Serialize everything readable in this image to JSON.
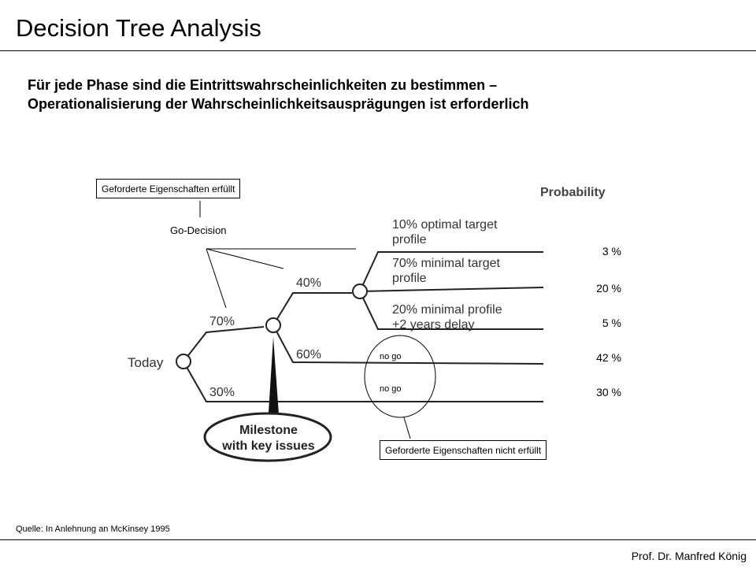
{
  "title": "Decision Tree Analysis",
  "subtitle": {
    "line1": "Für jede Phase sind die Eintrittswahrscheinlichkeiten zu bestimmen –",
    "line2": "Operationalisierung der Wahrscheinlichkeitsausprägungen ist erforderlich"
  },
  "diagram": {
    "box_fulfilled": "Geforderte Eigenschaften erfüllt",
    "box_not_fulfilled": "Geforderte Eigenschaften nicht erfüllt",
    "go_decision": "Go-Decision",
    "probability_header": "Probability",
    "today": "Today",
    "branch_70": "70%",
    "branch_30": "30%",
    "branch_40": "40%",
    "branch_60": "60%",
    "outcome_1_line1": "10% optimal target",
    "outcome_1_line2": "profile",
    "outcome_2_line1": "70% minimal target",
    "outcome_2_line2": "profile",
    "outcome_3_line1": "20% minimal profile",
    "outcome_3_line2": "+2 years delay",
    "milestone_line1": "Milestone",
    "milestone_line2": "with key issues",
    "no_go_1": "no go",
    "no_go_2": "no go",
    "probabilities": [
      "3 %",
      "20 %",
      "5 %",
      "42 %",
      "30 %"
    ]
  },
  "footer": {
    "source": "Quelle: In Anlehnung an McKinsey 1995",
    "author": "Prof. Dr. Manfred König"
  }
}
